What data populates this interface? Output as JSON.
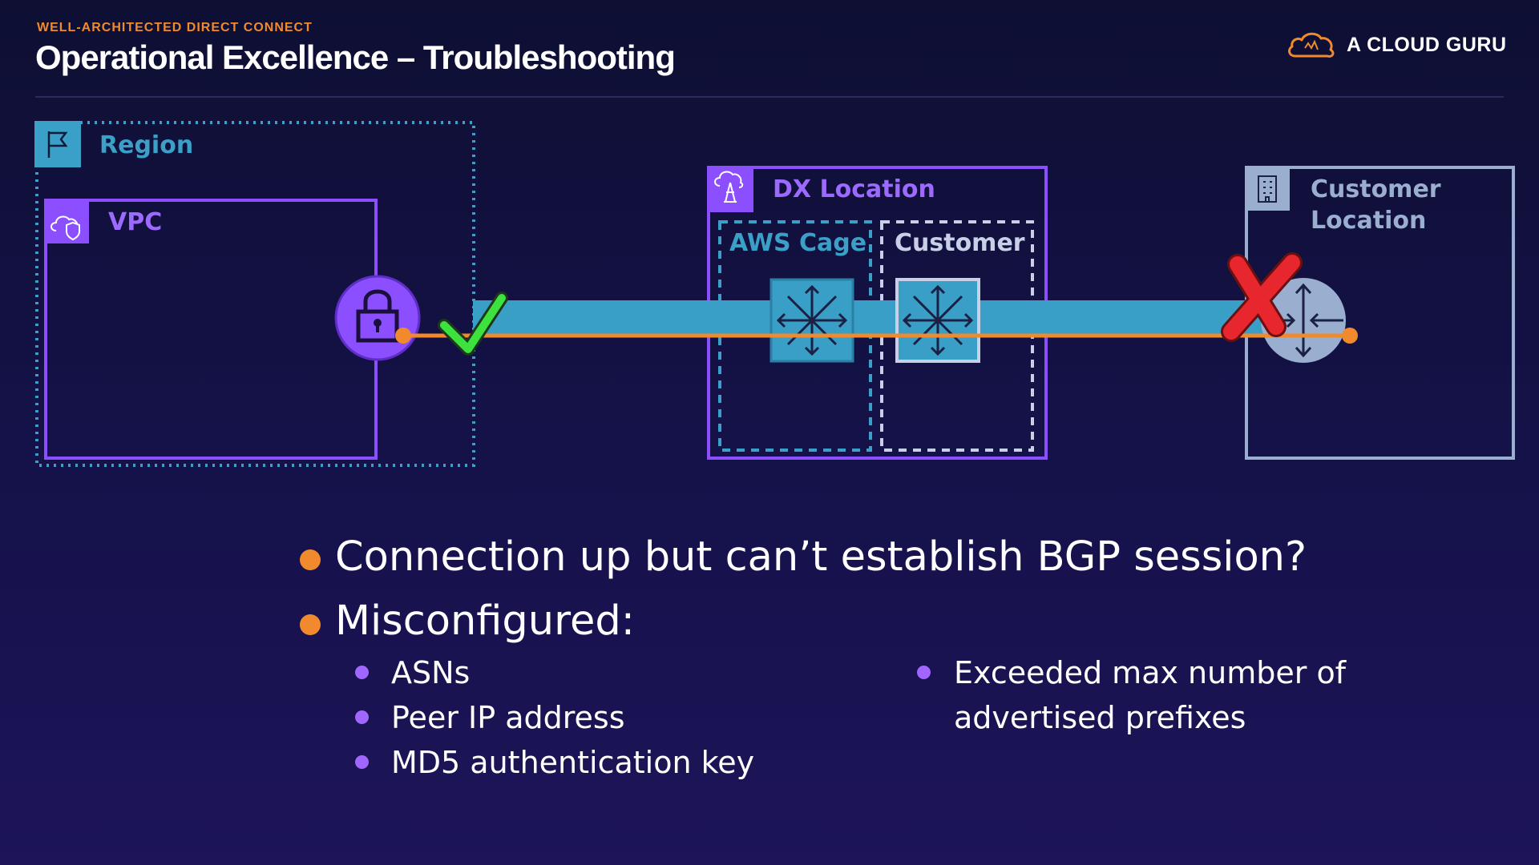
{
  "header": {
    "eyebrow": "WELL-ARCHITECTED DIRECT CONNECT",
    "title": "Operational Excellence – Troubleshooting",
    "logo_text": "A CLOUD GURU",
    "logo_icon": "cloud-logo-icon"
  },
  "diagram": {
    "region_label": "Region",
    "vpc_label": "VPC",
    "dx_location_label": "DX Location",
    "aws_cage_label": "AWS Cage",
    "customer_cage_label": "Customer",
    "customer_location_label_line1": "Customer",
    "customer_location_label_line2": "Location",
    "icons": [
      "flag-icon",
      "vpc-cloud-shield-icon",
      "vpn-gateway-lock-icon",
      "dx-location-icon",
      "aws-router-icon",
      "customer-router-icon",
      "building-icon",
      "customer-router-circle-icon",
      "check-icon",
      "x-icon"
    ],
    "colors": {
      "region": "#3aa0c8",
      "vpc": "#8c4fff",
      "dx_location": "#8c4fff",
      "customer_location": "#9aaed0",
      "link": "#3a9fc6",
      "bgp_line": "#f08a2c",
      "check": "#3ee23e",
      "cross": "#e8262e"
    }
  },
  "bullets": {
    "main": [
      "Connection up but can’t establish BGP session?",
      "Misconfigured:"
    ],
    "sub_left": [
      "ASNs",
      "Peer IP address",
      "MD5 authentication key"
    ],
    "sub_right_line1": "Exceeded max number of",
    "sub_right_line2": "advertised prefixes"
  }
}
